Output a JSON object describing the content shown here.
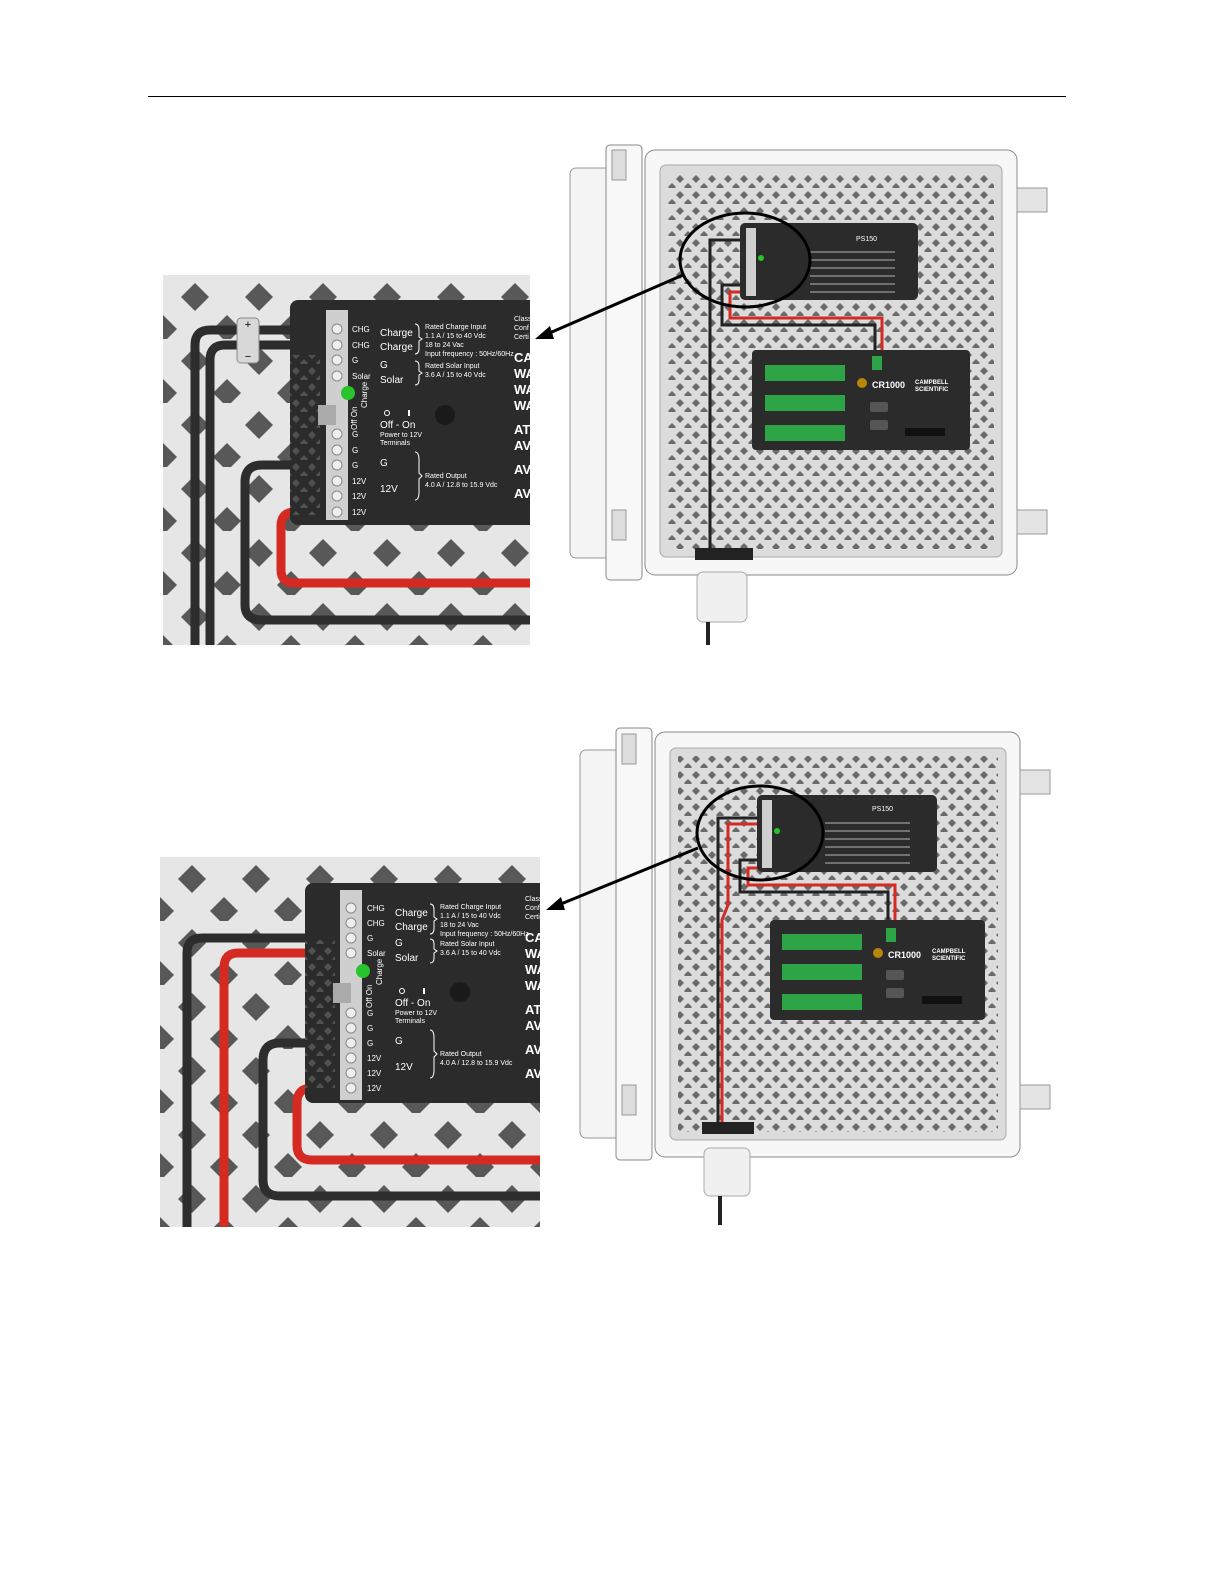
{
  "figures": [
    {
      "zoom": {
        "plus_sign": "+",
        "minus_sign": "−",
        "terminals": [
          "CHG",
          "CHG",
          "G",
          "Solar",
          "G",
          "G",
          "G",
          "12V",
          "12V",
          "12V"
        ],
        "charge_label": "Charge",
        "off_on_label": "Off On",
        "labels": {
          "charge1": "Charge",
          "charge2": "Charge",
          "rated_charge": [
            "Rated Charge Input",
            "1.1 A / 15 to 40 Vdc",
            "18 to 24 Vac",
            "Input frequency : 50Hz/60Hz"
          ],
          "g": "G",
          "solar": "Solar",
          "rated_solar": [
            "Rated Solar Input",
            "3.6 A / 15 to 40 Vdc"
          ],
          "offon": "Off  -  On",
          "power": [
            "Power to 12V",
            "Terminals"
          ],
          "g_out": "G",
          "v12": "12V",
          "rated_output": [
            "Rated Output",
            "4.0 A / 12.8 to 15.9 Vdc"
          ],
          "right_small": [
            "Class",
            "Conf",
            "Certi"
          ],
          "right_big": [
            "CA",
            "WA",
            "WA",
            "WA",
            "AT",
            "AV",
            "AV",
            "AV"
          ]
        }
      },
      "enclosure": {
        "ps_model": "PS150",
        "cr_model": "CR1000",
        "cr_brand": [
          "CAMPBELL",
          "SCIENTIFIC"
        ]
      }
    },
    {
      "zoom": {
        "terminals": [
          "CHG",
          "CHG",
          "G",
          "Solar",
          "G",
          "G",
          "G",
          "12V",
          "12V",
          "12V"
        ],
        "charge_label": "Charge",
        "off_on_label": "Off On",
        "labels": {
          "charge1": "Charge",
          "charge2": "Charge",
          "rated_charge": [
            "Rated Charge Input",
            "1.1 A / 15 to 40 Vdc",
            "18 to 24 Vac",
            "Input frequency : 50Hz/60Hz"
          ],
          "g": "G",
          "solar": "Solar",
          "rated_solar": [
            "Rated Solar Input",
            "3.6 A / 15 to 40 Vdc"
          ],
          "offon": "Off  -  On",
          "power": [
            "Power to 12V",
            "Terminals"
          ],
          "g_out": "G",
          "v12": "12V",
          "rated_output": [
            "Rated Output",
            "4.0 A / 12.8 to 15.9 Vdc"
          ],
          "right_small": [
            "Class",
            "Conf",
            "Certi"
          ],
          "right_big": [
            "CA",
            "WA",
            "WA",
            "WA",
            "AT",
            "AV",
            "AV",
            "AV"
          ]
        }
      },
      "enclosure": {
        "ps_model": "PS150",
        "cr_model": "CR1000",
        "cr_brand": [
          "CAMPBELL",
          "SCIENTIFIC"
        ]
      }
    }
  ],
  "colors": {
    "panel_bg": "#e6e6e6",
    "diamond": "#585858",
    "device": "#2b2b2b",
    "wire_red": "#d42a22",
    "wire_black": "#2d2d2d",
    "led": "#27c42b",
    "terminal_green": "#2da446"
  }
}
